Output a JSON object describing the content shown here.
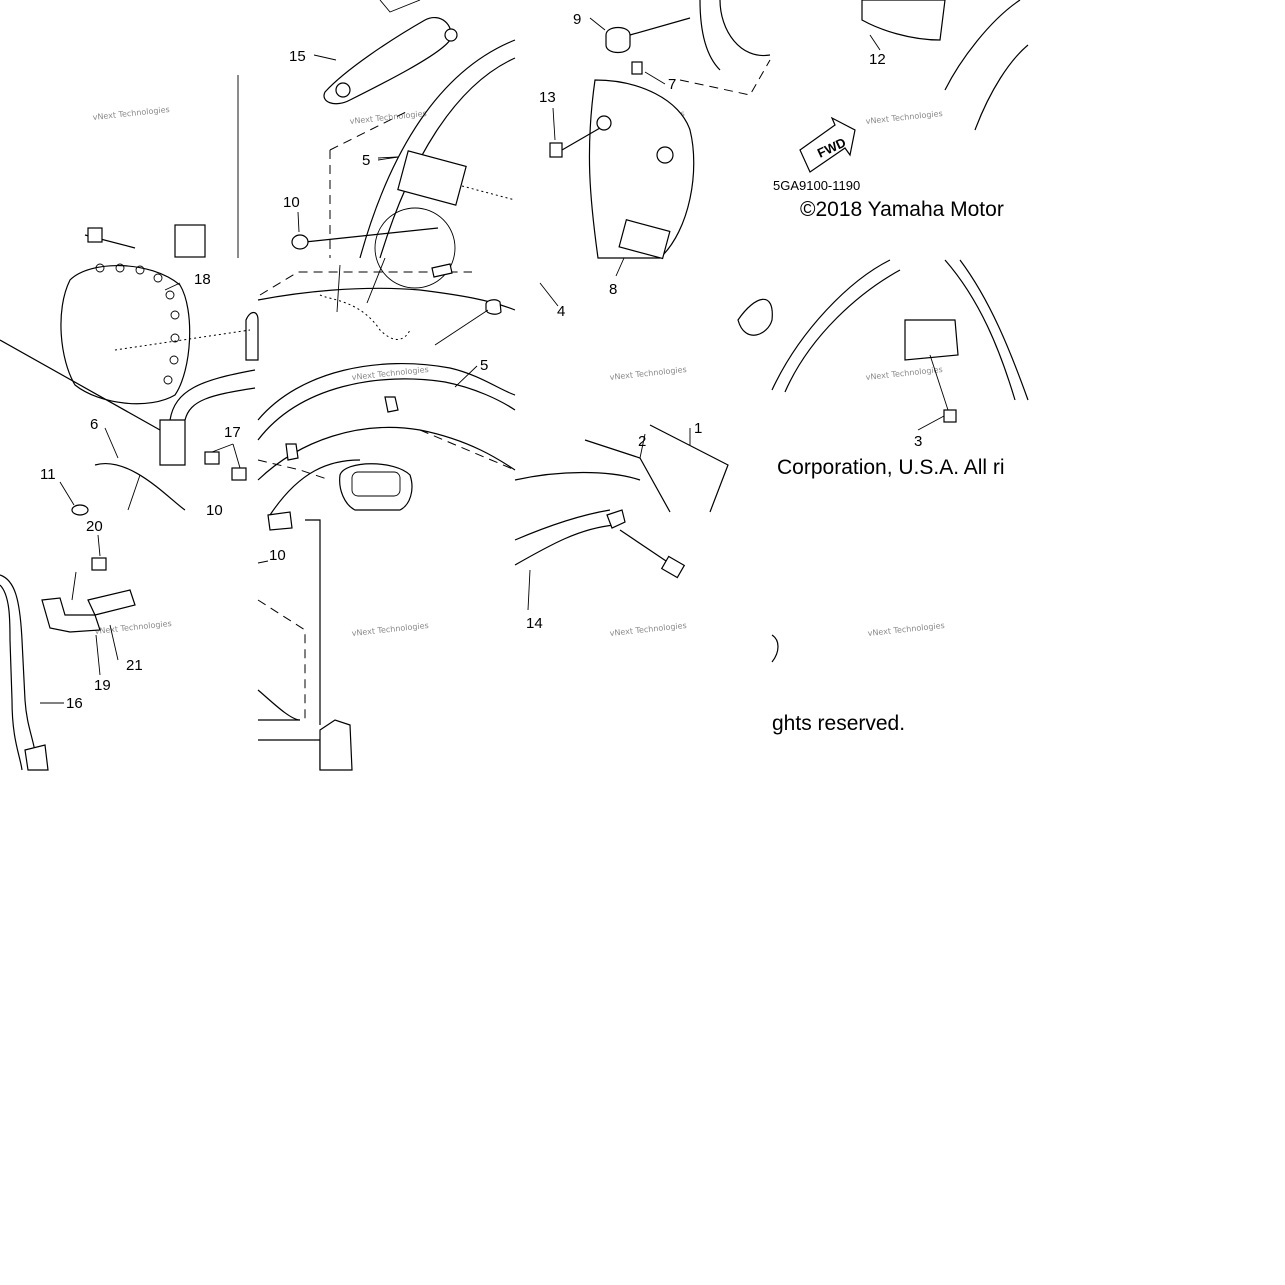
{
  "diagram": {
    "callouts": [
      {
        "id": "c15",
        "text": "15"
      },
      {
        "id": "c5a",
        "text": "5"
      },
      {
        "id": "c10a",
        "text": "10"
      },
      {
        "id": "c18",
        "text": "18"
      },
      {
        "id": "c6",
        "text": "6"
      },
      {
        "id": "c17",
        "text": "17"
      },
      {
        "id": "c11",
        "text": "11"
      },
      {
        "id": "c10b",
        "text": "10"
      },
      {
        "id": "c20",
        "text": "20"
      },
      {
        "id": "c21",
        "text": "21"
      },
      {
        "id": "c19",
        "text": "19"
      },
      {
        "id": "c16",
        "text": "16"
      },
      {
        "id": "c10c",
        "text": "10"
      },
      {
        "id": "c5b",
        "text": "5"
      },
      {
        "id": "c4",
        "text": "4"
      },
      {
        "id": "c9",
        "text": "9"
      },
      {
        "id": "c7",
        "text": "7"
      },
      {
        "id": "c13",
        "text": "13"
      },
      {
        "id": "c8",
        "text": "8"
      },
      {
        "id": "c12",
        "text": "12"
      },
      {
        "id": "c3",
        "text": "3"
      },
      {
        "id": "c2",
        "text": "2"
      },
      {
        "id": "c1",
        "text": "1"
      },
      {
        "id": "c14",
        "text": "14"
      }
    ],
    "fwd_label": "FWD",
    "drawing_code": "5GA9100-1190",
    "copyright_line1": "©2018 Yamaha Motor",
    "copyright_line2": "Corporation, U.S.A. All ri",
    "copyright_line3": "ghts reserved.",
    "watermark": "vNext Technologies"
  }
}
